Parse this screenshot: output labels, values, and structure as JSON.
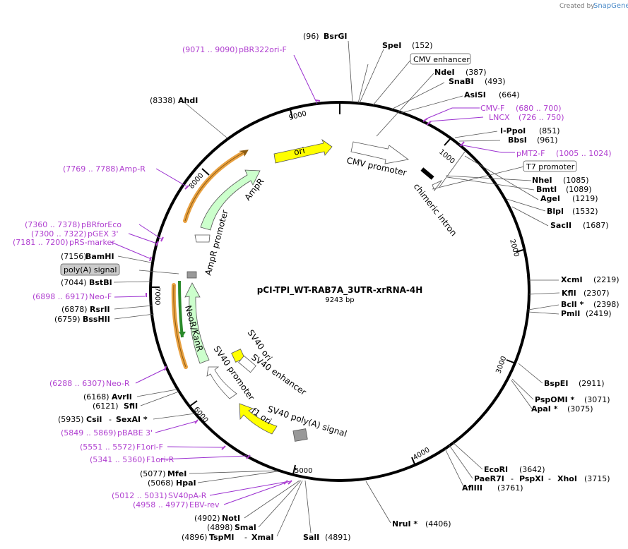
{
  "credit": {
    "created_by": "Created by",
    "brand": "SnapGene"
  },
  "plasmid": {
    "name": "pCI-TPI_WT-RAB7A_3UTR-xrRNA-4H",
    "size": "9243 bp"
  },
  "ticks": [
    "1000",
    "2000",
    "3000",
    "4000",
    "5000",
    "6000",
    "7000",
    "8000",
    "9000"
  ],
  "features": {
    "ori": "ori",
    "cmv_promoter": "CMV promoter",
    "chimeric_intron": "chimeric intron",
    "ampr": "AmpR",
    "ampr_promoter": "AmpR promoter",
    "neor": "NeoR/KanR",
    "sv40_promoter": "SV40 promoter",
    "sv40_ori": "SV40 ori",
    "sv40_enhancer": "SV40 enhancer",
    "f1_ori": "f1 ori",
    "sv40_polya": "SV40 poly(A) signal"
  },
  "boxed": {
    "cmv_enhancer": "CMV enhancer",
    "t7_promoter": "T7 promoter",
    "polya_signal": "poly(A) signal"
  },
  "sites": {
    "bsrgi": {
      "pos": "(96)",
      "name": "BsrGI"
    },
    "spei": {
      "name": "SpeI",
      "pos": "(152)"
    },
    "ndei": {
      "name": "NdeI",
      "pos": "(387)"
    },
    "snabi": {
      "name": "SnaBI",
      "pos": "(493)"
    },
    "asisi": {
      "name": "AsiSI",
      "pos": "(664)"
    },
    "ippoi": {
      "name": "I-PpoI",
      "pos": "(851)"
    },
    "bbsi": {
      "name": "BbsI",
      "pos": "(961)"
    },
    "nhei": {
      "name": "NheI",
      "pos": "(1085)"
    },
    "bmti": {
      "name": "BmtI",
      "pos": "(1089)"
    },
    "agei": {
      "name": "AgeI",
      "pos": "(1219)"
    },
    "blpi": {
      "name": "BlpI",
      "pos": "(1532)"
    },
    "sacii": {
      "name": "SacII",
      "pos": "(1687)"
    },
    "xcmi": {
      "name": "XcmI",
      "pos": "(2219)"
    },
    "kfli": {
      "name": "KflI",
      "pos": "(2307)"
    },
    "bcli": {
      "name": "BclI *",
      "pos": "(2398)"
    },
    "pmli": {
      "name": "PmlI",
      "pos": "(2419)"
    },
    "bspei": {
      "name": "BspEI",
      "pos": "(2911)"
    },
    "pspomi": {
      "name": "PspOMI *",
      "pos": "(3071)"
    },
    "apai": {
      "name": "ApaI *",
      "pos": "(3075)"
    },
    "ecori": {
      "name": "EcoRI",
      "pos": "(3642)"
    },
    "paer7i": {
      "name": "PaeR7I",
      "sep1": "-",
      "name2": "PspXI",
      "sep2": "-",
      "name3": "XhoI",
      "pos": "(3715)"
    },
    "afliii": {
      "name": "AflIII",
      "pos": "(3761)"
    },
    "nrui": {
      "name": "NruI *",
      "pos": "(4406)"
    },
    "sali": {
      "name": "SalI",
      "pos": "(4891)"
    },
    "tspmi": {
      "pos": "(4896)",
      "name": "TspMI",
      "sep": "-",
      "name2": "XmaI"
    },
    "smai": {
      "pos": "(4898)",
      "name": "SmaI"
    },
    "noti": {
      "pos": "(4902)",
      "name": "NotI"
    },
    "hpai": {
      "pos": "(5068)",
      "name": "HpaI"
    },
    "mfei": {
      "pos": "(5077)",
      "name": "MfeI"
    },
    "csii": {
      "pos": "(5935)",
      "name": "CsiI",
      "sep": "-",
      "name2": "SexAI *"
    },
    "sfii": {
      "pos": "(6121)",
      "name": "SfiI"
    },
    "avrii": {
      "pos": "(6168)",
      "name": "AvrII"
    },
    "bsshii": {
      "pos": "(6759)",
      "name": "BssHII"
    },
    "rsrii": {
      "pos": "(6878)",
      "name": "RsrII"
    },
    "bstbi": {
      "pos": "(7044)",
      "name": "BstBI"
    },
    "bamhi": {
      "pos": "(7156)",
      "name": "BamHI"
    },
    "ahdi": {
      "pos": "(8338)",
      "name": "AhdI"
    }
  },
  "primers": {
    "pbr322ori_f": {
      "range": "(9071 .. 9090)",
      "name": "pBR322ori-F"
    },
    "cmv_f": {
      "name": "CMV-F",
      "range": "(680 .. 700)"
    },
    "lncx": {
      "name": "LNCX",
      "range": "(726 .. 750)"
    },
    "pmt2_f": {
      "name": "pMT2-F",
      "range": "(1005 .. 1024)"
    },
    "amp_r": {
      "range": "(7769 .. 7788)",
      "name": "Amp-R"
    },
    "pbrforeco": {
      "range": "(7360 .. 7378)",
      "name": "pBRforEco"
    },
    "pgex3": {
      "range": "(7300 .. 7322)",
      "name": "pGEX 3'"
    },
    "prs_marker": {
      "range": "(7181 .. 7200)",
      "name": "pRS-marker"
    },
    "neo_f": {
      "range": "(6898 .. 6917)",
      "name": "Neo-F"
    },
    "neo_r": {
      "range": "(6288 .. 6307)",
      "name": "Neo-R"
    },
    "pbabe3": {
      "range": "(5849 .. 5869)",
      "name": "pBABE 3'"
    },
    "f1ori_f": {
      "range": "(5551 .. 5572)",
      "name": "F1ori-F"
    },
    "f1ori_r": {
      "range": "(5341 .. 5360)",
      "name": "F1ori-R"
    },
    "sv40pa_r": {
      "range": "(5012 .. 5031)",
      "name": "SV40pA-R"
    },
    "ebv_rev": {
      "range": "(4958 .. 4977)",
      "name": "EBV-rev"
    }
  },
  "colors": {
    "backbone": "#000000",
    "ori": "#ffff00",
    "ampr": "#ccffcc",
    "orange": "#e8a040",
    "primer": "#b040d0",
    "grey_feature": "#999999"
  }
}
